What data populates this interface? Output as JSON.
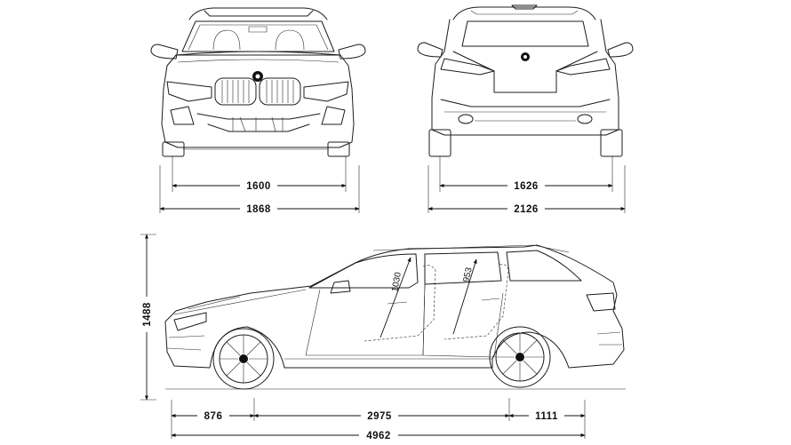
{
  "dimensions": {
    "front_track": "1600",
    "front_width": "1868",
    "rear_track": "1626",
    "rear_width": "2126",
    "height": "1488",
    "front_overhang": "876",
    "wheelbase": "2975",
    "rear_overhang": "1111",
    "length": "4962",
    "front_headroom": "1030",
    "rear_headroom": "953"
  },
  "icons": {
    "front_badge": "bmw-roundel-icon",
    "rear_badge": "bmw-roundel-icon",
    "wheel": "alloy-wheel-icon"
  }
}
